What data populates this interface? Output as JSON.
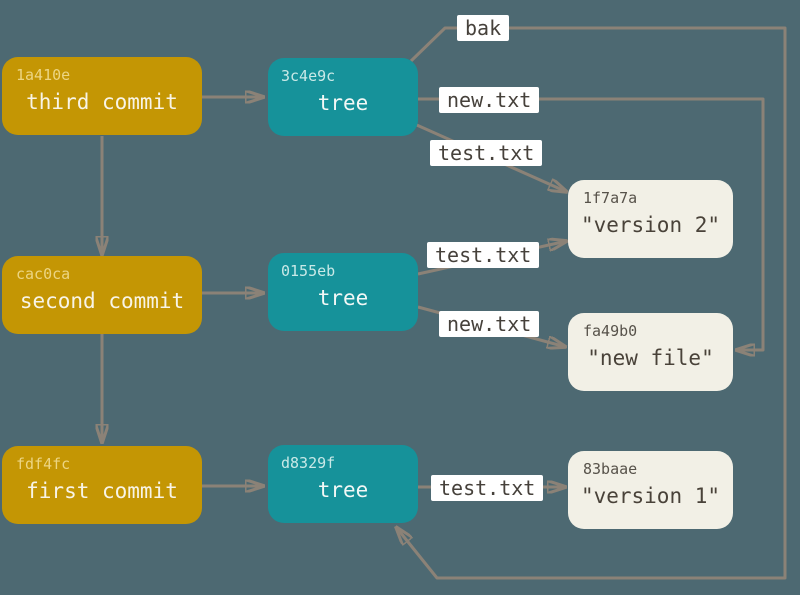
{
  "background": "#4d6972",
  "palette": {
    "commit_fill": "#c49604",
    "commit_hash_text": "#ecd583",
    "commit_title_text": "#f8f4e7",
    "tree_fill": "#16929a",
    "tree_hash_text": "#c9e9e7",
    "tree_title_text": "#f2f8f6",
    "blob_fill": "#f2f0e6",
    "blob_hash_text": "#57524a",
    "blob_title_text": "#494239",
    "edge_color": "#8b8277",
    "edge_label_bg": "#ffffff",
    "edge_label_text": "#46413b"
  },
  "nodes": {
    "commit_third": {
      "hash": "1a410e",
      "label": "third commit"
    },
    "commit_second": {
      "hash": "cac0ca",
      "label": "second commit"
    },
    "commit_first": {
      "hash": "fdf4fc",
      "label": "first commit"
    },
    "tree_third": {
      "hash": "3c4e9c",
      "label": "tree"
    },
    "tree_second": {
      "hash": "0155eb",
      "label": "tree"
    },
    "tree_first": {
      "hash": "d8329f",
      "label": "tree"
    },
    "blob_version2": {
      "hash": "1f7a7a",
      "label": "\"version 2\""
    },
    "blob_newfile": {
      "hash": "fa49b0",
      "label": "\"new file\""
    },
    "blob_version1": {
      "hash": "83baae",
      "label": "\"version 1\""
    }
  },
  "edge_labels": {
    "bak": "bak",
    "third_tree_new": "new.txt",
    "third_tree_test": "test.txt",
    "second_tree_test": "test.txt",
    "second_tree_new": "new.txt",
    "first_tree_test": "test.txt"
  }
}
